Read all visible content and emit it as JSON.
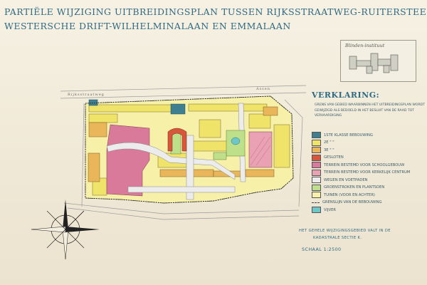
{
  "title": {
    "line1": "PARTIËLE WIJZIGING UITBREIDINGSPLAN TUSSEN RIJKSSTRAATWEG-RUITERSTEEG",
    "line2": "WESTERSCHE DRIFT-WILHELMINALAAN EN EMMALAAN"
  },
  "inset": {
    "label": "Blinden-instituut"
  },
  "streets": {
    "rijksstraatweg": "Rijksstraatweg",
    "top_right": "Assen"
  },
  "legend": {
    "title": "VERKLARING:",
    "description": "Grens van gebied waarbinnen het uitbreidingsplan wordt gewijzigd als bedoeld in het besluit van de raad tot vervaardiging",
    "items": [
      {
        "label": "1ste klasse bebouwing",
        "color": "#3f7f8f",
        "type": "fill"
      },
      {
        "label": "2e \" \"",
        "color": "#f0e36a",
        "type": "fill"
      },
      {
        "label": "3e \" \"",
        "color": "#e9b65a",
        "type": "fill"
      },
      {
        "label": "Gesloten",
        "color": "#d8573a",
        "type": "fill"
      },
      {
        "label": "Terrein bestemd voor schoolgebouw",
        "color": "#d97a9a",
        "type": "fill"
      },
      {
        "label": "Terrein bestemd voor kerkelijk centrum",
        "color": "#e8a2b3",
        "type": "fill"
      },
      {
        "label": "Wegen en voetpaden",
        "color": "#ececec",
        "type": "fill"
      },
      {
        "label": "Groenstroken en plantsoen",
        "color": "#bfe08a",
        "type": "fill"
      },
      {
        "label": "Tuinen (voor en achter)",
        "color": "#f6f0a8",
        "type": "fill"
      },
      {
        "label": "Grenslijn van de bebouwing",
        "color": "#444444",
        "type": "line"
      },
      {
        "label": "Vijver",
        "color": "#6fc6c6",
        "type": "fill"
      }
    ]
  },
  "footer": {
    "line1": "Het gehele wijzigingsgebied valt in de",
    "line2": "kadastrale sectie K.",
    "scale": "Schaal 1:2500"
  },
  "colors": {
    "ink": "#2f6a83",
    "roads": "#ececec",
    "gardens": "#f6f0a8",
    "zone2": "#f0e36a",
    "zone3": "#e9b65a",
    "school": "#d97a9a",
    "church": "#e8a2b3",
    "green": "#bfe08a",
    "water": "#6fc6c6",
    "closed": "#d8573a",
    "first": "#3f7f8f"
  }
}
